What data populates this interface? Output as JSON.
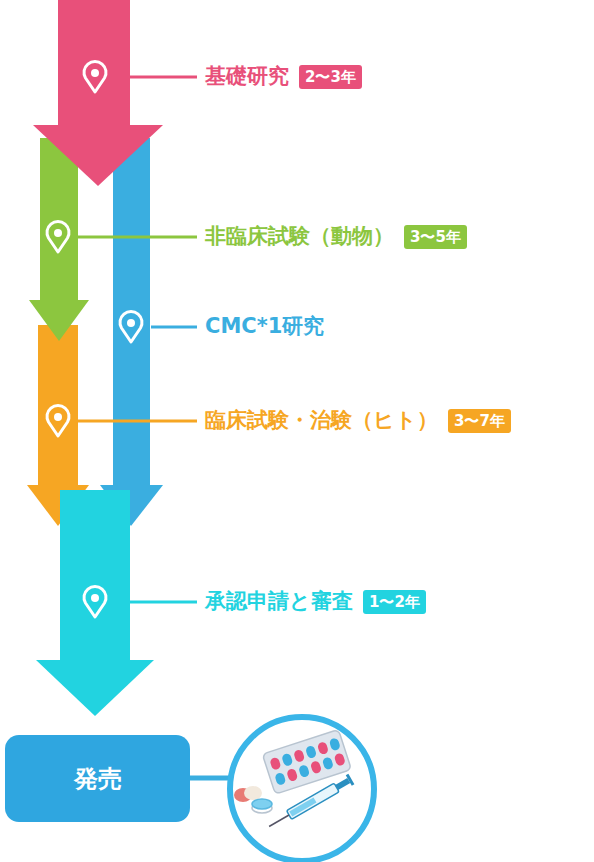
{
  "diagram": {
    "nodes": [
      {
        "text": [
          "基礎研究",
          "2〜3年"
        ]
      },
      {
        "text": [
          "非臨床試験（動物）",
          "3〜5年"
        ]
      },
      {
        "text": [
          "CMC*1研究"
        ]
      },
      {
        "text": [
          "臨床試験・治験（ヒト）",
          "3〜7年"
        ]
      },
      {
        "text": [
          "承認申請と審査",
          "1〜2年"
        ]
      },
      {
        "text": [
          "発売"
        ]
      }
    ]
  }
}
